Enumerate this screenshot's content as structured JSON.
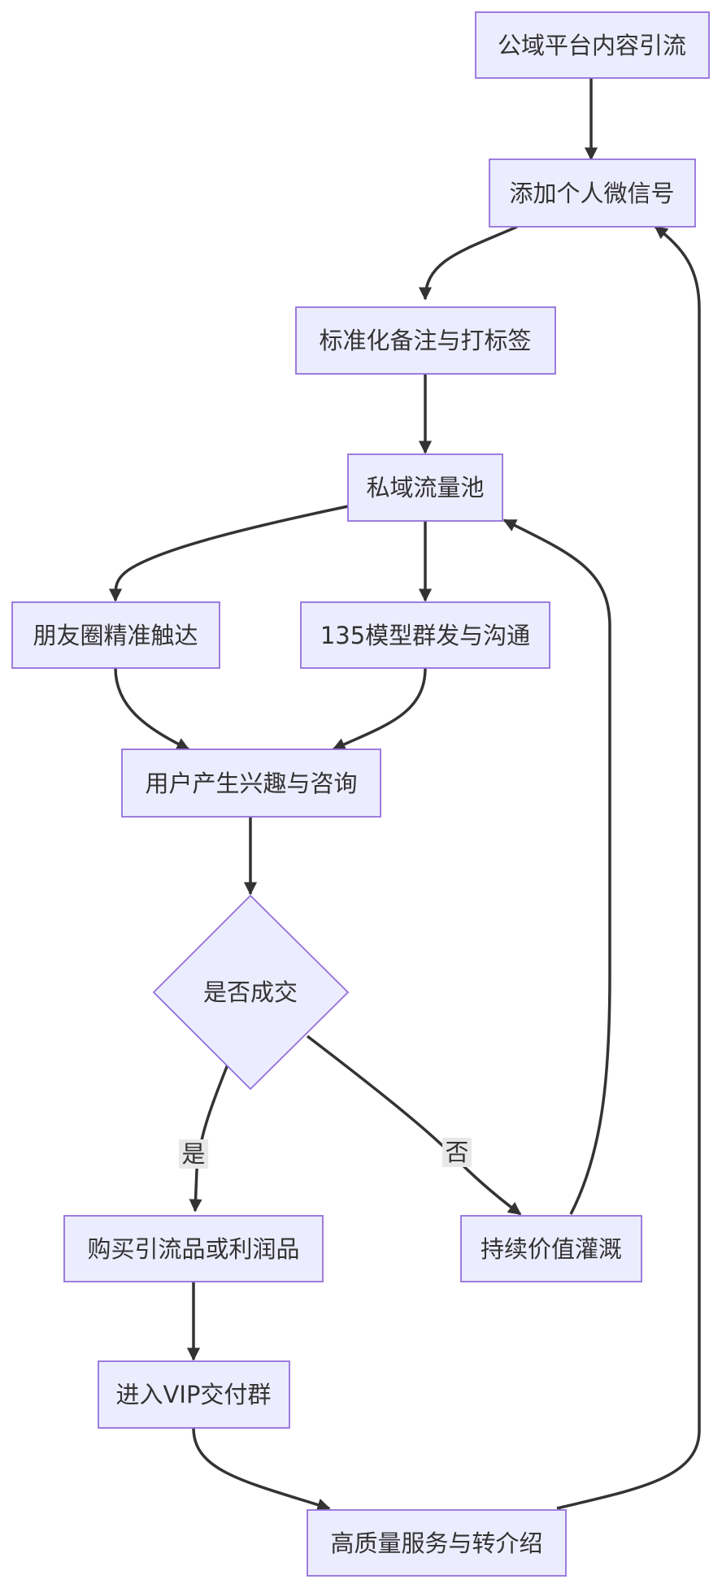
{
  "diagram": {
    "nodes": {
      "n1": "公域平台内容引流",
      "n2": "添加个人微信号",
      "n3": "标准化备注与打标签",
      "n4": "私域流量池",
      "n5": "朋友圈精准触达",
      "n6": "135模型群发与沟通",
      "n7": "用户产生兴趣与咨询",
      "n8": "是否成交",
      "n9": "购买引流品或利润品",
      "n10": "持续价值灌溉",
      "n11": "进入VIP交付群",
      "n12": "高质量服务与转介绍"
    },
    "edge_labels": {
      "yes": "是",
      "no": "否"
    },
    "colors": {
      "node_fill": "#ECECFF",
      "node_stroke": "#9370DB",
      "edge": "#333333",
      "label_bg": "#e8e8e8"
    }
  }
}
